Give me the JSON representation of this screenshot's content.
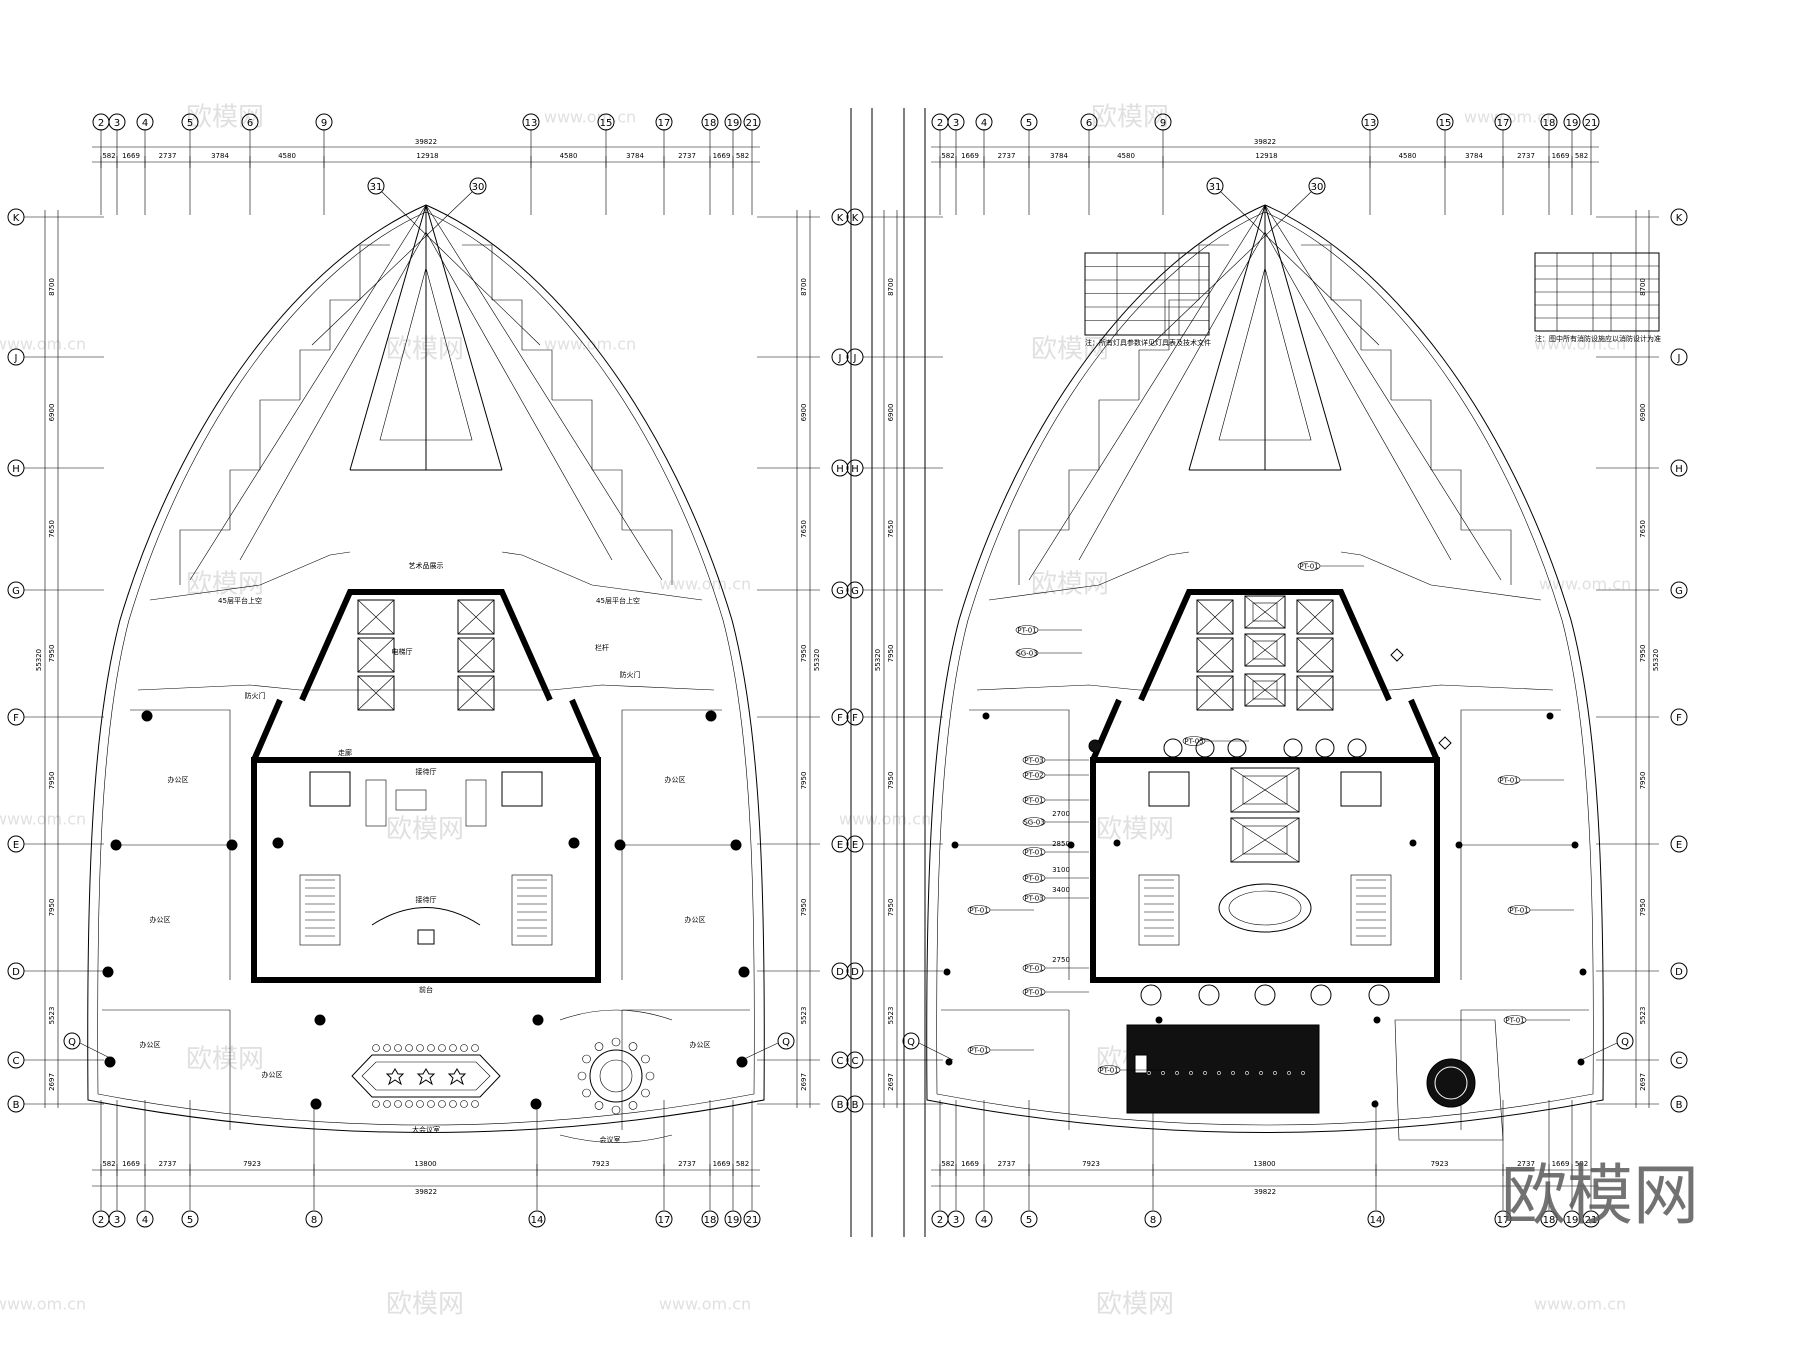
{
  "grid": {
    "top_columns": [
      "2",
      "3",
      "4",
      "5",
      "6",
      "9",
      "13",
      "15",
      "17",
      "18",
      "19",
      "21"
    ],
    "bottom_columns": [
      "2",
      "3",
      "4",
      "5",
      "8",
      "14",
      "17",
      "18",
      "19",
      "21"
    ],
    "rows": [
      "K",
      "J",
      "H",
      "G",
      "F",
      "E",
      "D",
      "C",
      "B"
    ],
    "diagonal_axes": [
      "31",
      "30"
    ],
    "q_marker": "Q"
  },
  "dimensions": {
    "top_total": "39822",
    "top_segments": [
      "582",
      "1669",
      "2737",
      "3784",
      "4580",
      "12918",
      "4580",
      "3784",
      "2737",
      "1669",
      "582"
    ],
    "bottom_total": "39822",
    "bottom_segments": [
      "582",
      "1669",
      "2737",
      "7923",
      "13800",
      "7923",
      "2737",
      "1669",
      "582"
    ],
    "side_total": "55320",
    "side_segments": [
      "8700",
      "6900",
      "7650",
      "7950",
      "7950",
      "7950",
      "5523",
      "2697"
    ]
  },
  "left_plan": {
    "labels": {
      "office": "办公区",
      "lobby": "电梯厅",
      "reception": "接待厅",
      "front_desk": "前台",
      "conference": "大会议室",
      "meeting": "会议室",
      "corridor": "走廊",
      "railing": "栏杆",
      "fire_door": "防火门",
      "platform_void": "45层平台上空",
      "art_display": "艺术品展示"
    }
  },
  "right_plan": {
    "tags": [
      "PT-01",
      "PT-02",
      "PT-03",
      "PT-05",
      "SG-03"
    ],
    "heights": [
      "2700",
      "2850",
      "3100",
      "3400",
      "2750"
    ],
    "legend_left_note": "注：所有灯具参数详见灯具表及技术文件",
    "legend_right_note": "注：图中所有消防设施应以消防设计为准"
  },
  "watermark": {
    "brand": "欧模网",
    "site": "www.om.cn",
    "short": "om.cn"
  }
}
